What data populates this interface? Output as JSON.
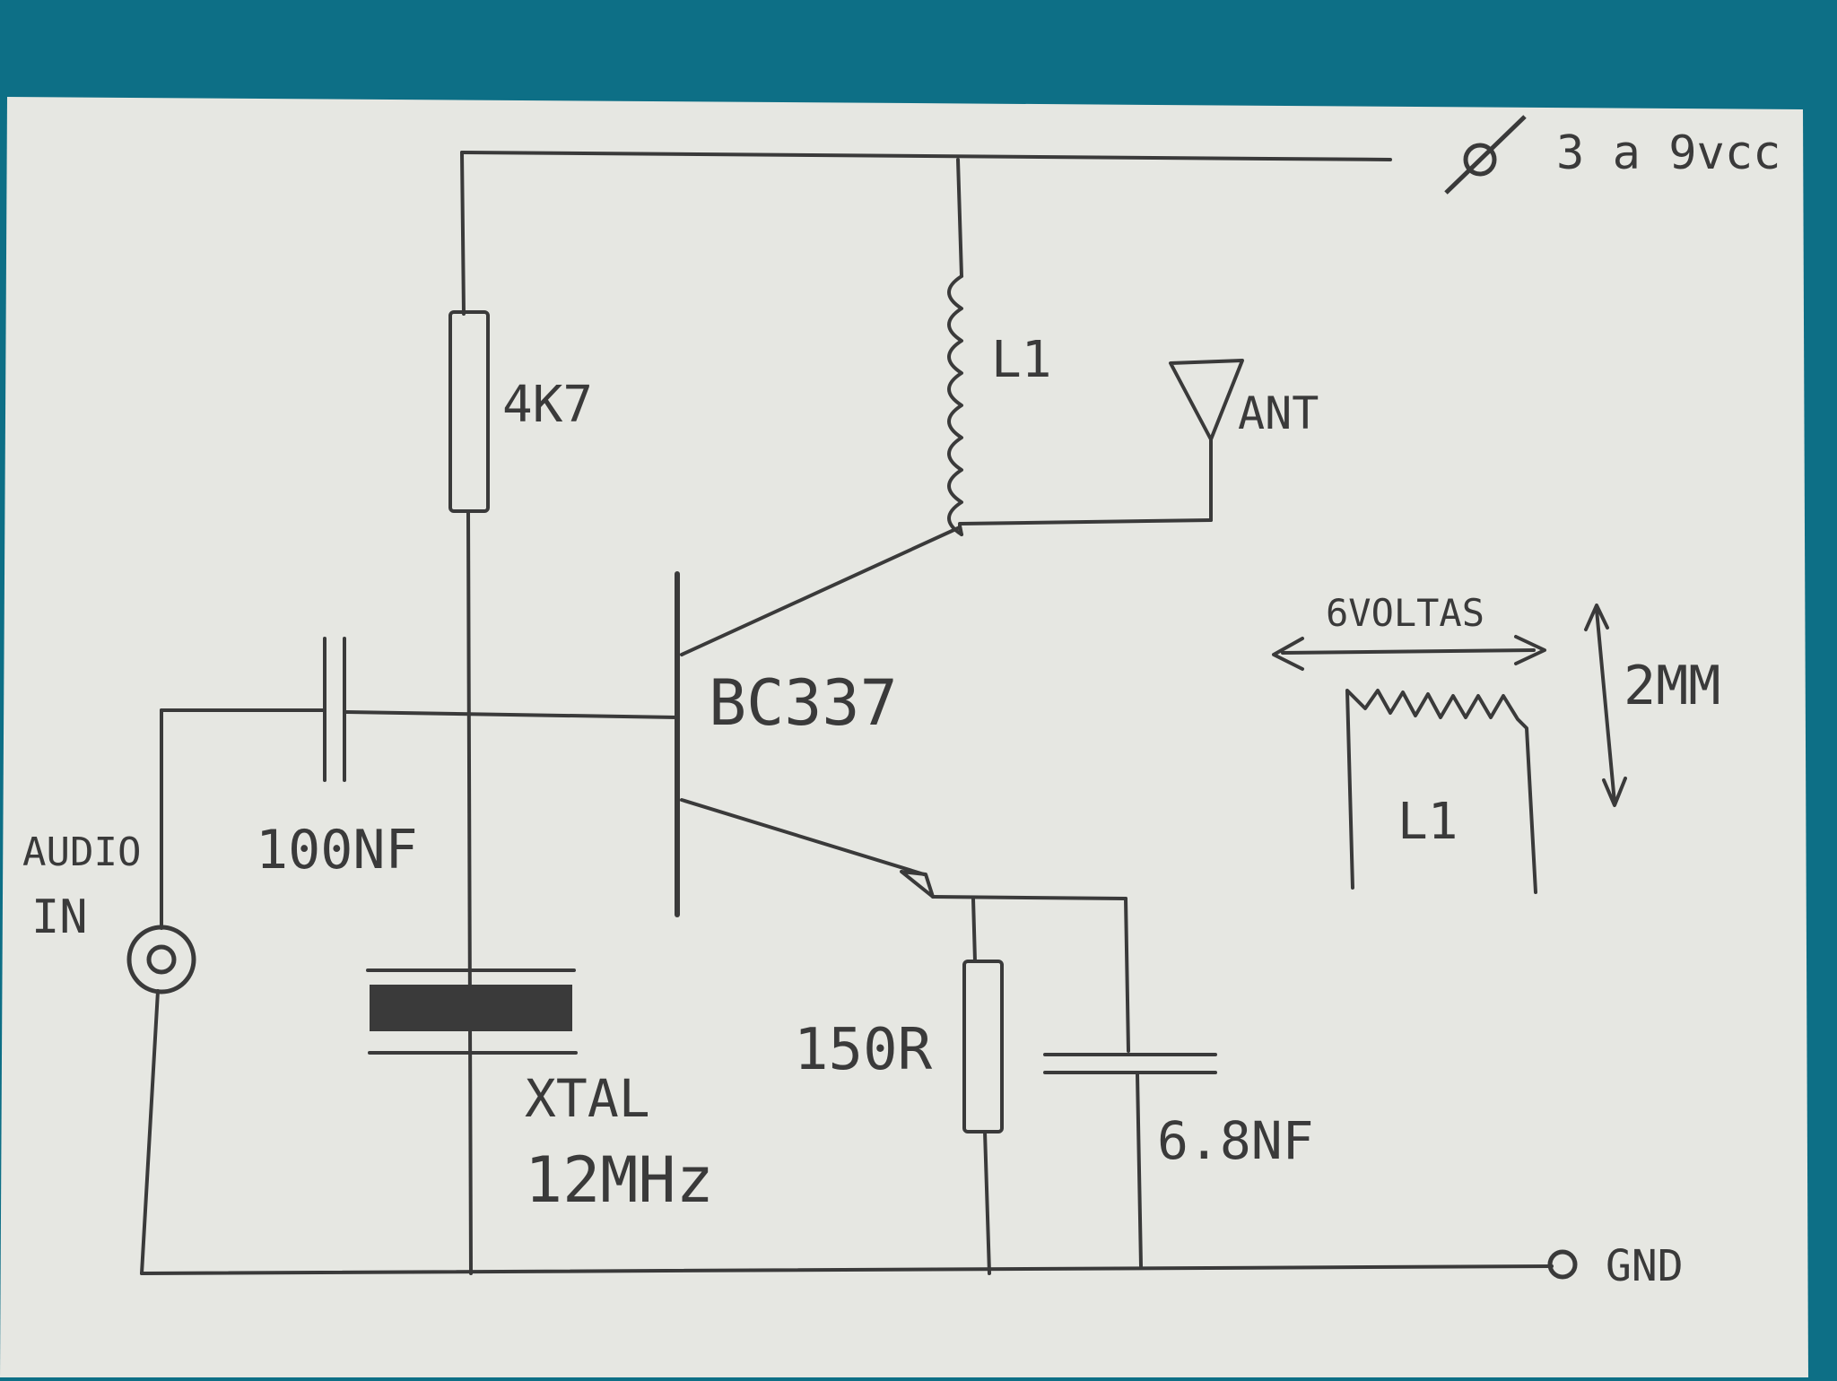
{
  "colors": {
    "background": "#0d6f86",
    "paper": "#e6e7e2",
    "ink": "#3a3a3a"
  },
  "labels": {
    "supply": "3 a 9vcc",
    "resistor_bias": "4K7",
    "coil": "L1",
    "antenna": "ANT",
    "transistor": "BC337",
    "coupling_cap": "100NF",
    "audio_in_line1": "AUDIO",
    "audio_in_line2": "IN",
    "crystal_line1": "XTAL",
    "crystal_line2": "12MHz",
    "emitter_resistor": "150R",
    "emitter_cap": "6.8NF",
    "ground": "GND",
    "coil_turns": "6VOLTAS",
    "coil_diameter": "2MM",
    "coil_detail_label": "L1"
  }
}
